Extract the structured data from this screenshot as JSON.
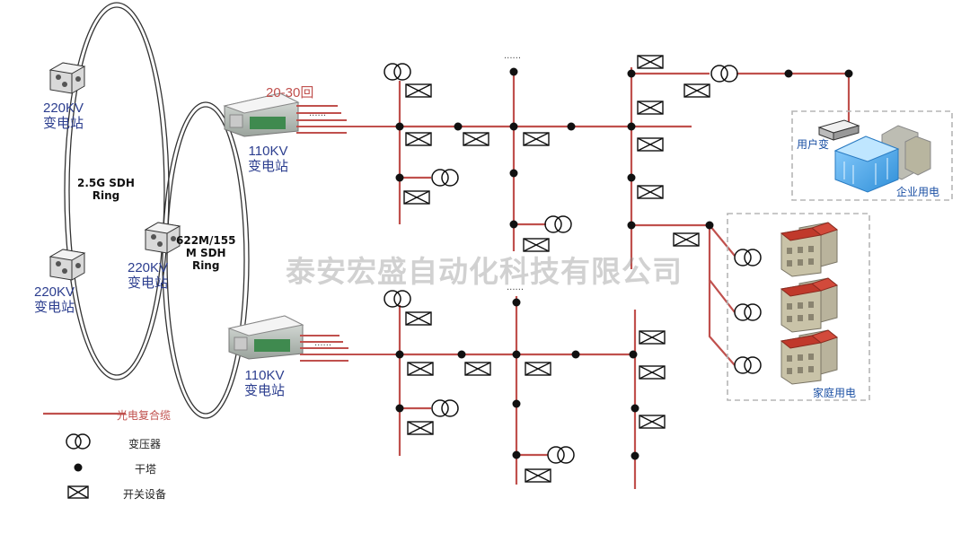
{
  "labels": {
    "sub_220_top": [
      "220KV",
      "变电站"
    ],
    "sub_220_mid": [
      "220KV",
      "变电站"
    ],
    "sub_220_bot": [
      "220KV",
      "变电站"
    ],
    "sub_110_top": [
      "110KV",
      "变电站"
    ],
    "sub_110_bot": [
      "110KV",
      "变电站"
    ],
    "ring_outer": [
      "2.5G SDH",
      "Ring"
    ],
    "ring_inner": [
      "622M/155",
      "M SDH",
      "Ring"
    ],
    "circuits": "20-30回",
    "user_transformer": "用户变",
    "enterprise": "企业用电",
    "household": "家庭用电",
    "watermark": "泰安宏盛自动化科技有限公司"
  },
  "legend": [
    {
      "symbol": "line",
      "label": "光电复合缆"
    },
    {
      "symbol": "transformer",
      "label": "变压器"
    },
    {
      "symbol": "tower",
      "label": "干塔"
    },
    {
      "symbol": "switch",
      "label": "开关设备"
    }
  ],
  "colors": {
    "cable": "#c0504d",
    "ring": "#333333",
    "node": "#111111",
    "building_blue": "#4fa9e6",
    "roof_red": "#c0392b",
    "text_blue": "#2c3e8f",
    "dashed_box": "#b5b5b5"
  }
}
